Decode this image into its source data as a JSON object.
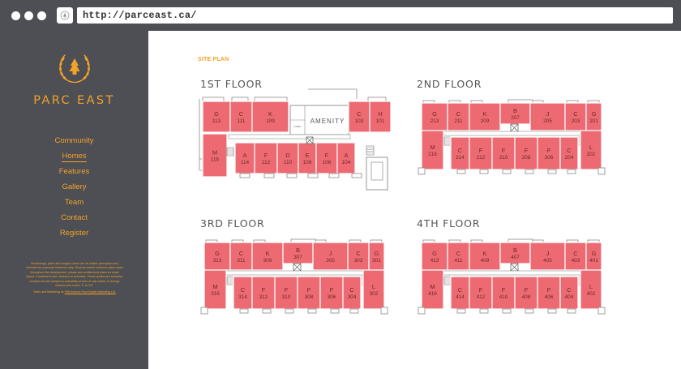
{
  "browser": {
    "url": "http://parceast.ca/"
  },
  "colors": {
    "accent": "#f2a227",
    "sidebar_bg": "#4d4f55",
    "unit_fill": "#ee6a72",
    "unit_stroke": "#ffffff",
    "wall": "#8a8a8a"
  },
  "brand": {
    "name": "PARC EAST"
  },
  "nav": {
    "items": [
      {
        "label": "Community",
        "active": false
      },
      {
        "label": "Homes",
        "active": true
      },
      {
        "label": "Features",
        "active": false
      },
      {
        "label": "Gallery",
        "active": false
      },
      {
        "label": "Team",
        "active": false
      },
      {
        "label": "Contact",
        "active": false
      },
      {
        "label": "Register",
        "active": false
      }
    ]
  },
  "disclaimer": "Renderings, plans and images shown are an artist's perception and intended as a general reference only. Reserve and/or minimum plans show throughout the development, please see architectural plans for exact layout, if material to your decision to purchase. Prices quoted are exclusive of taxes and are subject to availability at time of sale and/or to change without prior notice. E. & O.E.",
  "credit": {
    "prefix": "Sales and Marketing by ",
    "link": "Fifth Avenue Real Estate Marketing Ltd."
  },
  "site_plan": {
    "label": "SITE PLAN",
    "floors": [
      {
        "title": "1ST FLOOR",
        "top_units": [
          [
            "G",
            "113"
          ],
          [
            "C",
            "111"
          ],
          [
            "K",
            "109"
          ]
        ],
        "amenity": "AMENITY",
        "lobby": "LOBBY",
        "top_right_units": [
          [
            "C",
            "103"
          ],
          [
            "H",
            "101"
          ]
        ],
        "left_unit": [
          "M",
          "116"
        ],
        "bottom_units": [
          [
            "A",
            "114"
          ],
          [
            "F",
            "112"
          ],
          [
            "D",
            "110"
          ],
          [
            "E",
            "108"
          ],
          [
            "F",
            "106"
          ],
          [
            "A",
            "104"
          ]
        ]
      },
      {
        "title": "2ND FLOOR",
        "top_units": [
          [
            "G",
            "213"
          ],
          [
            "C",
            "211"
          ],
          [
            "K",
            "209"
          ],
          [
            "B",
            "207"
          ],
          [
            "J",
            "205"
          ],
          [
            "C",
            "203"
          ],
          [
            "G",
            "201"
          ]
        ],
        "left_unit": [
          "M",
          "216"
        ],
        "bottom_units": [
          [
            "C",
            "214"
          ],
          [
            "F",
            "212"
          ],
          [
            "F",
            "210"
          ],
          [
            "F",
            "208"
          ],
          [
            "F",
            "206"
          ],
          [
            "C",
            "204"
          ]
        ],
        "right_unit": [
          "L",
          "202"
        ]
      },
      {
        "title": "3RD FLOOR",
        "top_units": [
          [
            "G",
            "313"
          ],
          [
            "C",
            "311"
          ],
          [
            "K",
            "309"
          ],
          [
            "B",
            "307"
          ],
          [
            "J",
            "305"
          ],
          [
            "C",
            "303"
          ],
          [
            "G",
            "301"
          ]
        ],
        "left_unit": [
          "M",
          "316"
        ],
        "bottom_units": [
          [
            "C",
            "314"
          ],
          [
            "F",
            "312"
          ],
          [
            "F",
            "310"
          ],
          [
            "F",
            "308"
          ],
          [
            "F",
            "306"
          ],
          [
            "C",
            "304"
          ]
        ],
        "right_unit": [
          "L",
          "302"
        ]
      },
      {
        "title": "4TH FLOOR",
        "top_units": [
          [
            "G",
            "413"
          ],
          [
            "C",
            "411"
          ],
          [
            "K",
            "409"
          ],
          [
            "B",
            "407"
          ],
          [
            "J",
            "405"
          ],
          [
            "C",
            "403"
          ],
          [
            "G",
            "401"
          ]
        ],
        "left_unit": [
          "M",
          "416"
        ],
        "bottom_units": [
          [
            "C",
            "414"
          ],
          [
            "F",
            "412"
          ],
          [
            "F",
            "410"
          ],
          [
            "F",
            "408"
          ],
          [
            "F",
            "406"
          ],
          [
            "C",
            "404"
          ]
        ],
        "right_unit": [
          "L",
          "402"
        ]
      }
    ]
  }
}
